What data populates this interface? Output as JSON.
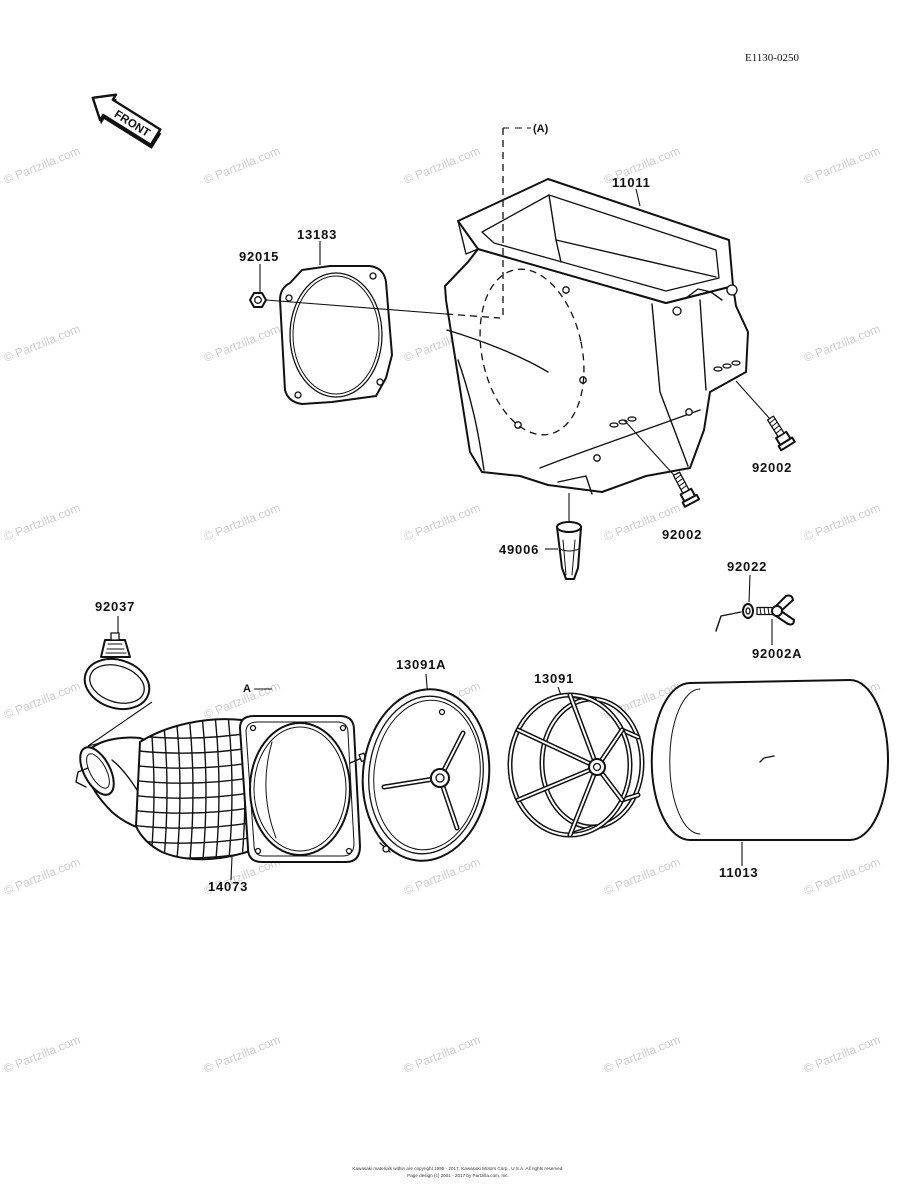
{
  "diagram_code": "E1130-0250",
  "front_arrow": {
    "label": "FRONT"
  },
  "reference_marks": {
    "upper": "(A)",
    "lower": "A"
  },
  "callouts": {
    "part_11011": "11011",
    "part_13183": "13183",
    "part_92015": "92015",
    "part_92002_side": "92002",
    "part_92002_bottom": "92002",
    "part_49006": "49006",
    "part_92022": "92022",
    "part_92002A": "92002A",
    "part_92037": "92037",
    "part_14073": "14073",
    "part_13091A": "13091A",
    "part_13091": "13091",
    "part_11013": "11013"
  },
  "watermark": {
    "text": "© Partzilla.com",
    "color": "#cdcdcd"
  },
  "footer": {
    "line1": "Kawasaki materials within are copyright 1995 - 2017, Kawasaki Motors Corp., U.S.A. All rights reserved.",
    "line2": "Page design (c) 2001 - 2017 by Partzilla.com, Inc."
  }
}
